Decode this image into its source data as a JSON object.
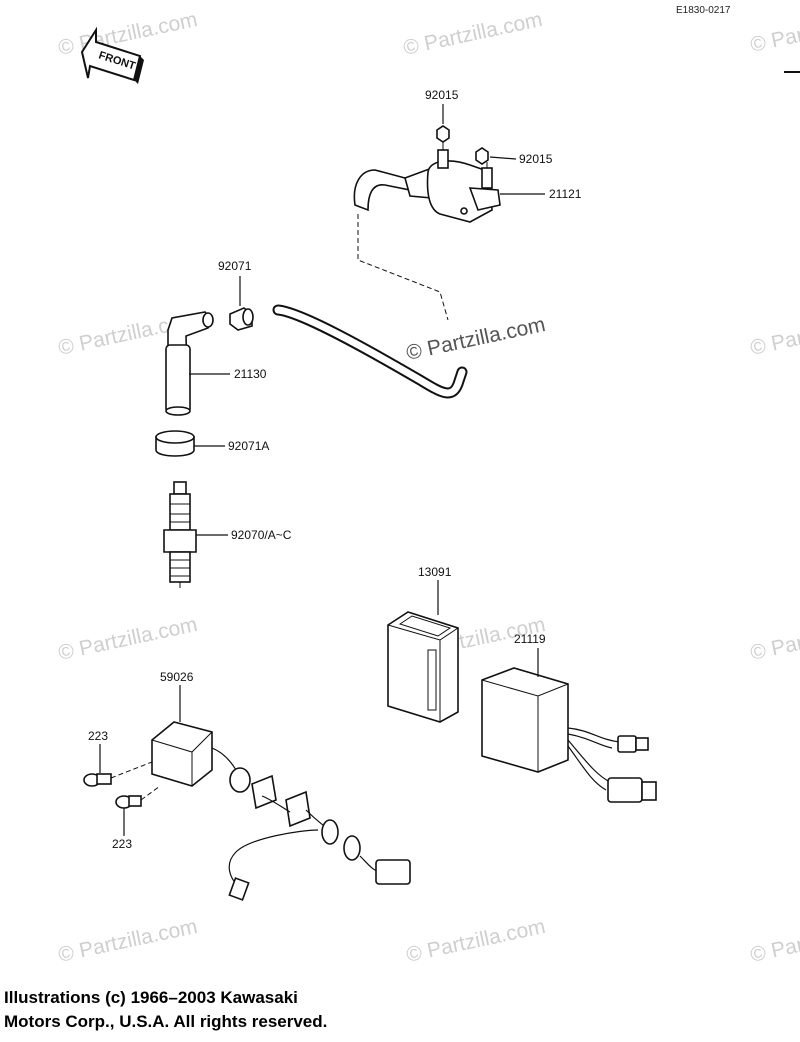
{
  "diagram_code": "E1830-0217",
  "front_label": "FRONT",
  "watermark": "© Partzilla.com",
  "parts": {
    "nut_top": "92015",
    "nut_right": "92015",
    "ignition_coil": "21121",
    "cap_seal": "92071",
    "plug_cap": "21130",
    "seal_ring": "92071A",
    "spark_plug": "92070/A~C",
    "box_13091": "13091",
    "igniter": "21119",
    "pickup_unit": "59026",
    "bolt_top": "223",
    "bolt_bottom": "223"
  },
  "copyright": {
    "line1": "Illustrations (c) 1966–2003 Kawasaki",
    "line2": "Motors Corp., U.S.A.  All rights reserved."
  }
}
